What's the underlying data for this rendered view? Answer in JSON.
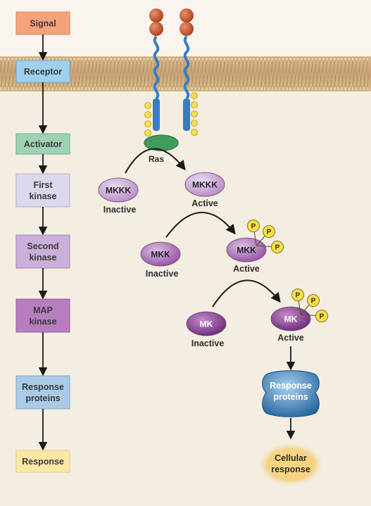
{
  "pathway_steps": [
    {
      "lines": [
        "Signal"
      ],
      "fill": "#f6a27c",
      "stroke": "#d98762"
    },
    {
      "lines": [
        "Receptor"
      ],
      "fill": "#9fd0ee",
      "stroke": "#6fa9cf"
    },
    {
      "lines": [
        "Activator"
      ],
      "fill": "#9fd2b4",
      "stroke": "#6aaf88"
    },
    {
      "lines": [
        "First",
        "kinase"
      ],
      "fill": "#ddd7ec",
      "stroke": "#b7aed3"
    },
    {
      "lines": [
        "Second",
        "kinase"
      ],
      "fill": "#c9afd9",
      "stroke": "#a386bc"
    },
    {
      "lines": [
        "MAP",
        "kinase"
      ],
      "fill": "#b77ebf",
      "stroke": "#925e9c"
    },
    {
      "lines": [
        "Response",
        "proteins"
      ],
      "fill": "#a9cbe6",
      "stroke": "#7ea8cc"
    },
    {
      "lines": [
        "Response"
      ],
      "fill": "#fbe8a6",
      "stroke": "#e4cc7a"
    }
  ],
  "ras": {
    "label": "Ras",
    "color": "#3f9c5a"
  },
  "kinases": [
    {
      "name": "MKKK",
      "inactive_label": "Inactive",
      "active_label": "Active",
      "phospho_count": 0,
      "color": "#c9a4d6"
    },
    {
      "name": "MKK",
      "inactive_label": "Inactive",
      "active_label": "Active",
      "phospho_count": 3,
      "color": "#ab6fb8"
    },
    {
      "name": "MK",
      "inactive_label": "Inactive",
      "active_label": "Active",
      "phospho_count": 3,
      "color": "#8a3d93"
    }
  ],
  "phosphate_label": "P",
  "response_proteins": {
    "lines": [
      "Response",
      "proteins"
    ],
    "color": "#2e78b7"
  },
  "cellular_response": {
    "lines": [
      "Cellular",
      "response"
    ],
    "color": "#f6c24a"
  },
  "colors": {
    "membrane": "#c9a57a",
    "cytoplasm": "#f3ece0",
    "receptor_ball": "#c5562d",
    "receptor_coil": "#3a7cc0",
    "phosphate": "#f6e04b"
  }
}
